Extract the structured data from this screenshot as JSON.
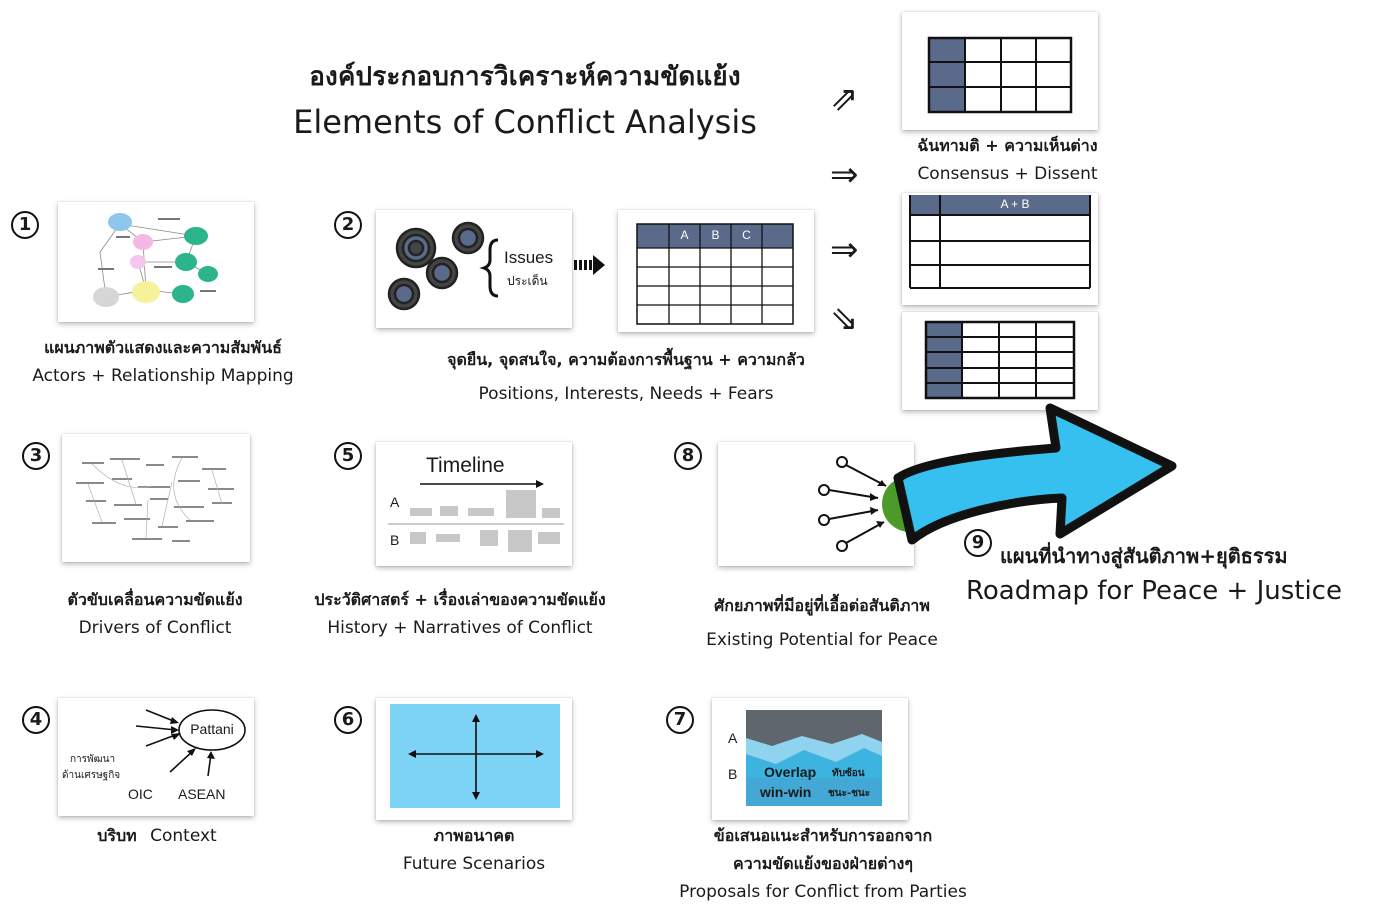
{
  "title": {
    "thai": "องค์ประกอบการวิเคราะห์ความขัดแย้ง",
    "english": "Elements of Conflict  Analysis"
  },
  "items": [
    {
      "num": "1",
      "thai": "แผนภาพตัวแสดงและความสัมพันธ์",
      "english": "Actors + Relationship Mapping"
    },
    {
      "num": "2",
      "thai": "จุดยืน, จุดสนใจ, ความต้องการพื้นฐาน + ความกลัว",
      "english": "Positions, Interests, Needs + Fears",
      "issues": "Issues",
      "issues_thai": "ประเด็น",
      "table_cols": [
        "A",
        "B",
        "C"
      ]
    },
    {
      "num": "3",
      "thai": "ตัวขับเคลื่อนความขัดแย้ง",
      "english": "Drivers of Conflict"
    },
    {
      "num": "4",
      "thai": "บริบท",
      "english": "Context",
      "center": "Pattani",
      "side": "การพัฒนา ด้านเศรษฐกิจ",
      "side1": "การพัฒนา",
      "side2": "ด้านเศรษฐกิจ",
      "oic": "OIC",
      "asean": "ASEAN"
    },
    {
      "num": "5",
      "thai": "ประวัติศาสตร์ + เรื่องเล่าของความขัดแย้ง",
      "english": "History + Narratives of Conflict",
      "timeline": "Timeline",
      "row_a": "A",
      "row_b": "B"
    },
    {
      "num": "6",
      "thai": "ภาพอนาคต",
      "english": "Future Scenarios"
    },
    {
      "num": "7",
      "thai_line1": "ข้อเสนอแนะสำหรับการออกจาก",
      "thai_line2": "ความขัดแย้งของฝ่ายต่างๆ",
      "english": "Proposals for Conflict from Parties",
      "row_a": "A",
      "row_b": "B",
      "overlap": "Overlap",
      "overlap_thai": "ทับซ้อน",
      "winwin": "win-win",
      "winwin_thai": "ชนะ-ชนะ"
    },
    {
      "num": "8",
      "thai": "ศักยภาพที่มีอยู่ที่เอื้อต่อสันติภาพ",
      "english": "Existing Potential for Peace"
    },
    {
      "num": "9",
      "thai": "แผนที่นำทางสู่สันติภาพ+ยุติธรรม",
      "english": "Roadmap for Peace + Justice"
    }
  ],
  "consensus": {
    "thai": "ฉันทามติ + ความเห็นต่าง",
    "english": "Consensus + Dissent",
    "merged_label": "A + B"
  },
  "colors": {
    "slate": "#5a6a8a",
    "sky": "#7dd3f5",
    "arrow": "#35c0ef",
    "green": "#4c9a2a"
  }
}
